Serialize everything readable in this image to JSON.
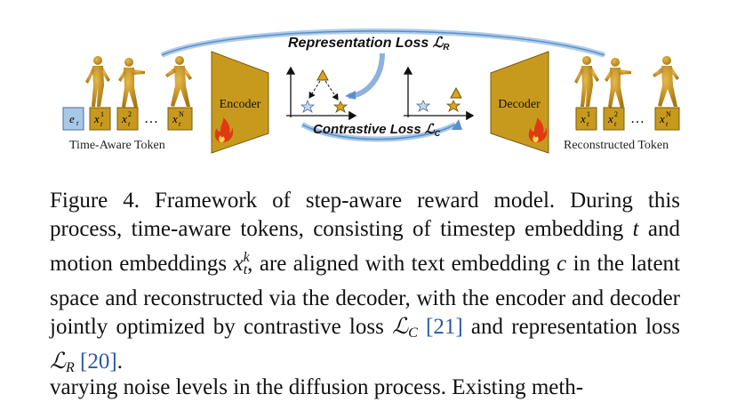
{
  "figure": {
    "input_label": "Time-Aware Token",
    "output_label": "Reconstructed Token",
    "encoder_label": "Encoder",
    "decoder_label": "Decoder",
    "representation_loss": "Representation Loss ℒ",
    "representation_loss_sub": "R",
    "contrastive_loss": "Contrastive Loss ℒ",
    "contrastive_loss_sub": "C",
    "token_e": "e",
    "token_e_sub": "t",
    "token_x1": "x",
    "token_x1_sup": "1",
    "token_x2": "x",
    "token_x2_sup": "2",
    "token_xN": "x",
    "token_xN_sup": "N",
    "token_sub": "t",
    "ellipsis": "…",
    "colors": {
      "token_gold": "#c79a1e",
      "token_blue": "#a9c8e8",
      "arrow_blue": "#5b8fc8",
      "flame": "#e03a12"
    }
  },
  "caption": {
    "p1": "Figure 4.  Framework of step-aware reward model.  During this process, time-aware tokens, consisting of timestep embedding ",
    "t": "t",
    "p2": " and motion embeddings ",
    "x": "x",
    "x_sup": "k",
    "x_sub": "t",
    "p3": ", are aligned with text embedding ",
    "c": "c",
    "p4": " in the latent space and reconstructed via the decoder, with the en­coder and decoder jointly optimized by contrastive loss ",
    "Lc": "ℒ",
    "Lc_sub": "C",
    "ref1": "[21]",
    "p5": " and representation loss ",
    "Lr": "ℒ",
    "Lr_sub": "R",
    "ref2": "[20]",
    "p6": "."
  },
  "next_line": "varying noise levels in the diffusion process. Existing meth-"
}
